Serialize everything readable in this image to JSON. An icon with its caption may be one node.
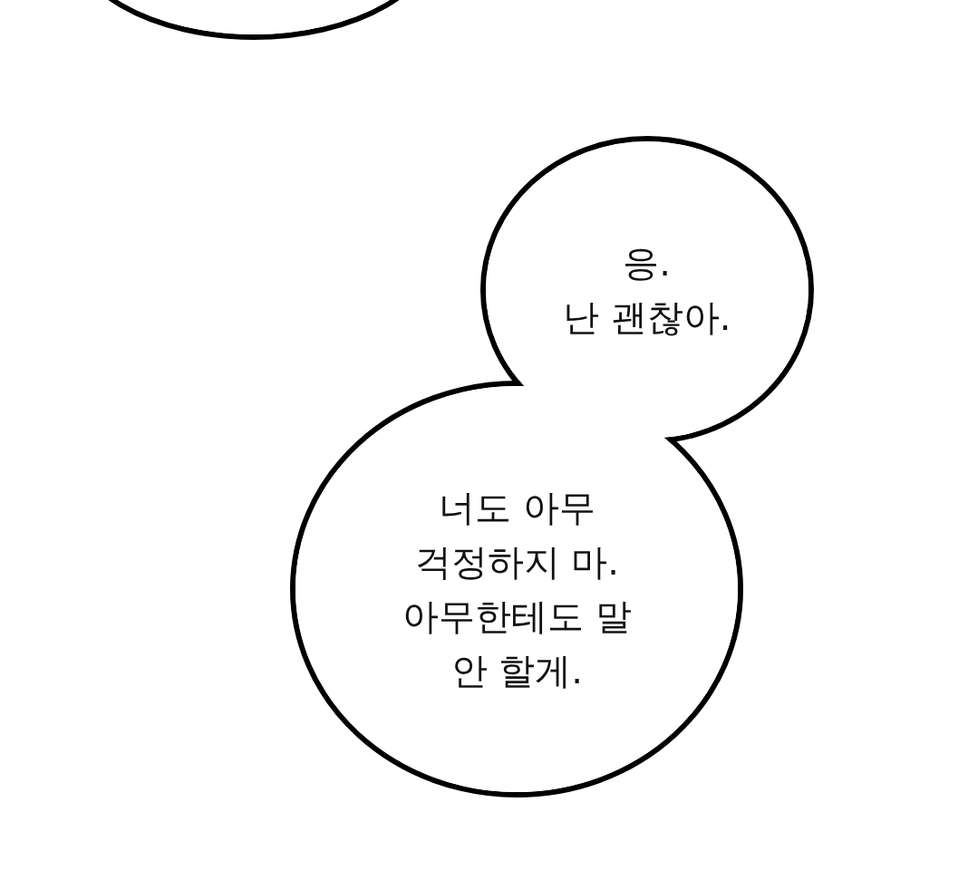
{
  "diagram": {
    "nodes": [
      {
        "text": [],
        "shape": "circle"
      },
      {
        "text": [
          "응. 난 괜찮아."
        ]
      },
      {
        "text": [
          "너도 아무 걱정하지 마. 아무한테도 말 안 할게."
        ]
      }
    ]
  }
}
